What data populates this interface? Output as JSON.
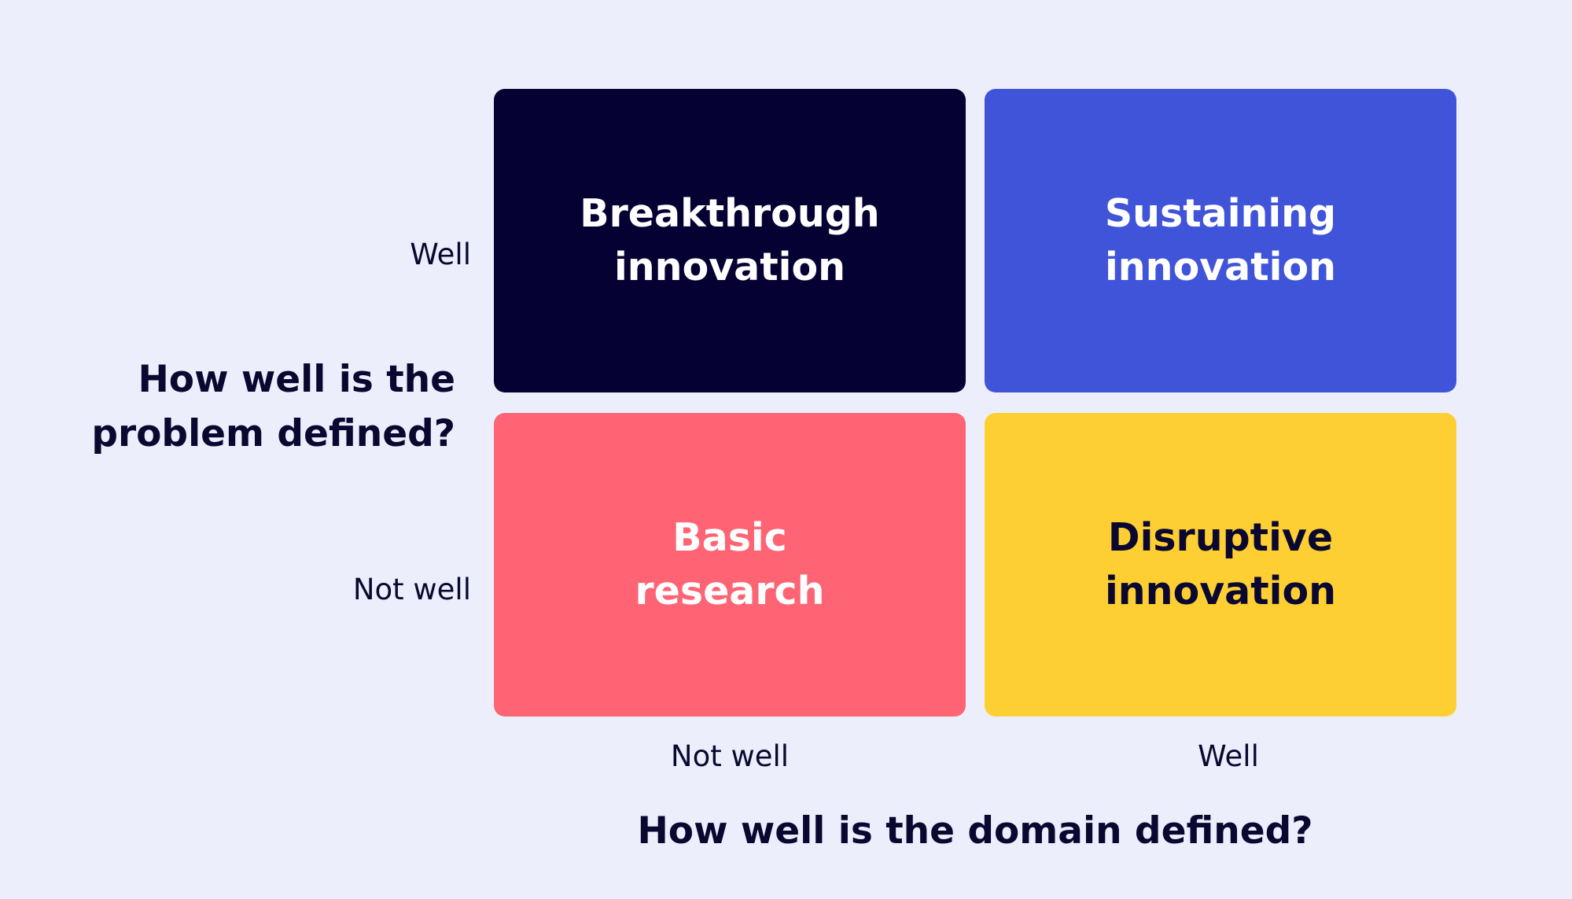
{
  "diagram": {
    "y_axis": {
      "title": "How well is the\nproblem defined?",
      "tick_high": "Well",
      "tick_low": "Not well"
    },
    "x_axis": {
      "title": "How well is the domain defined?",
      "tick_low": "Not well",
      "tick_high": "Well"
    },
    "quadrants": {
      "top_left": {
        "label": "Breakthrough\ninnovation",
        "bg": "#050233",
        "text_color": "#ffffff"
      },
      "top_right": {
        "label": "Sustaining\ninnovation",
        "bg": "#4054d9",
        "text_color": "#ffffff"
      },
      "bottom_left": {
        "label": "Basic\nresearch",
        "bg": "#fe6474",
        "text_color": "#ffffff"
      },
      "bottom_right": {
        "label": "Disruptive\ninnovation",
        "bg": "#fecf32",
        "text_color": "#0a0830"
      }
    },
    "colors": {
      "background": "#eceffb",
      "text": "#0a0830"
    }
  }
}
